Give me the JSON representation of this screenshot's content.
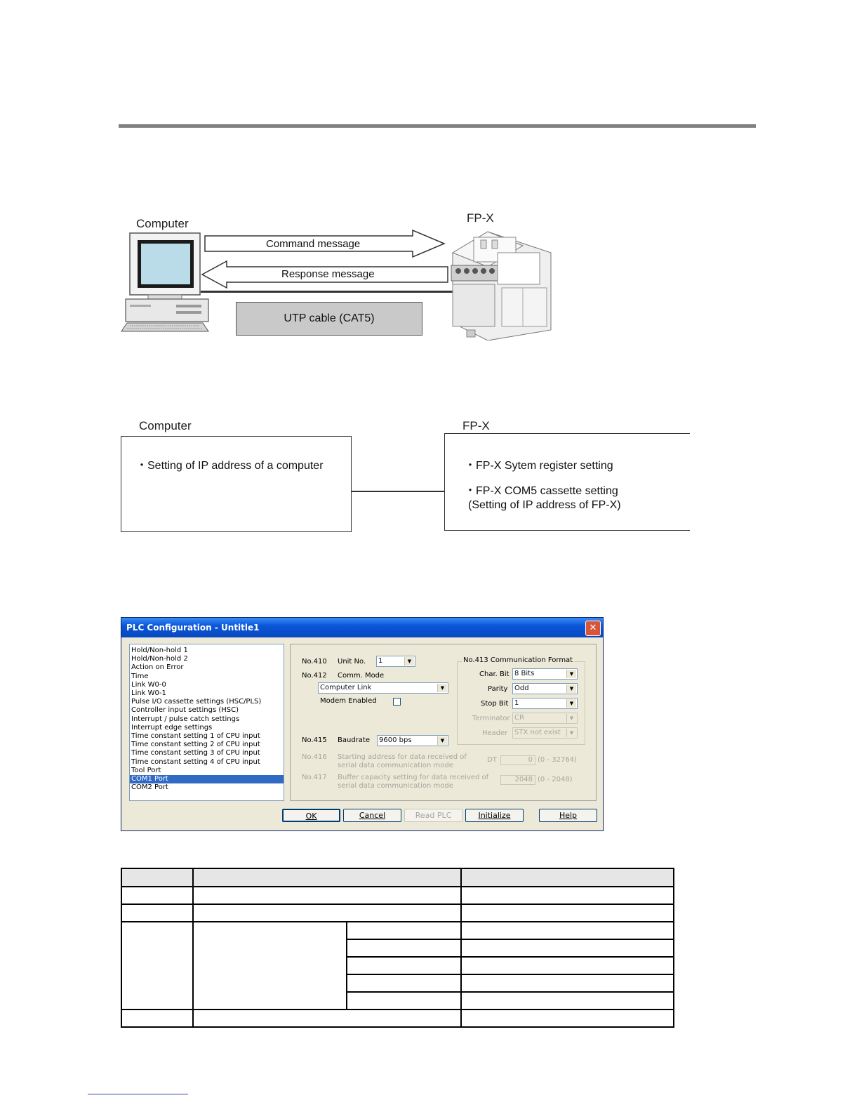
{
  "diagram_connection": {
    "computer_label": "Computer",
    "plc_label": "FP-X",
    "command_message": "Command message",
    "response_message": "Response message",
    "cable_label": "UTP cable (CAT5)"
  },
  "diagram_settings": {
    "computer_label": "Computer",
    "computer_items": [
      "・Setting of IP address of a computer"
    ],
    "plc_label": "FP-X",
    "plc_items": [
      "・FP-X Sytem register setting",
      "・FP-X COM5 cassette setting",
      "(Setting of IP address of FP-X)"
    ]
  },
  "dialog": {
    "title": "PLC Configuration - Untitle1",
    "list_items": [
      "Hold/Non-hold 1",
      "Hold/Non-hold 2",
      "Action on Error",
      "Time",
      "Link W0-0",
      "Link W0-1",
      "Pulse I/O cassette settings (HSC/PLS)",
      "Controller input settings (HSC)",
      "Interrupt / pulse catch settings",
      "Interrupt edge settings",
      "Time constant setting 1 of CPU input",
      "Time constant setting 2 of CPU input",
      "Time constant setting 3 of CPU input",
      "Time constant setting 4 of CPU input",
      "Tool Port",
      "COM1 Port",
      "COM2 Port"
    ],
    "selected_item": "COM1 Port",
    "no410": "No.410",
    "unit_no_label": "Unit No.",
    "unit_no_value": "1",
    "no412": "No.412",
    "comm_mode_label": "Comm. Mode",
    "comm_mode_value": "Computer Link",
    "modem_label": "Modem Enabled",
    "modem_checked": false,
    "no415": "No.415",
    "baudrate_label": "Baudrate",
    "baudrate_value": "9600 bps",
    "no416": "No.416",
    "no416_text1": "Starting address for data received of",
    "no416_text2": "serial data communication mode",
    "dt_label": "DT",
    "dt_value": "0",
    "dt_range": "(0 - 32764)",
    "no417": "No.417",
    "no417_text1": "Buffer capacity setting for data received of",
    "no417_text2": "serial data communication mode",
    "buffer_value": "2048",
    "buffer_range": "(0 - 2048)",
    "format_group": "No.413 Communication Format",
    "char_bit_label": "Char. Bit",
    "char_bit_value": "8 Bits",
    "parity_label": "Parity",
    "parity_value": "Odd",
    "stop_bit_label": "Stop Bit",
    "stop_bit_value": "1",
    "terminator_label": "Terminator",
    "terminator_value": "CR",
    "header_label": "Header",
    "header_value": "STX not exist",
    "buttons": {
      "ok": "OK",
      "cancel": "Cancel",
      "read_plc": "Read PLC",
      "initialize": "Initialize",
      "help": "Help"
    }
  },
  "colors": {
    "rule": "#808080",
    "cable_box": "#c9c9c9",
    "dialog_face": "#ece9d8",
    "titlebar": "#0a56d8",
    "selection": "#316ac5"
  }
}
